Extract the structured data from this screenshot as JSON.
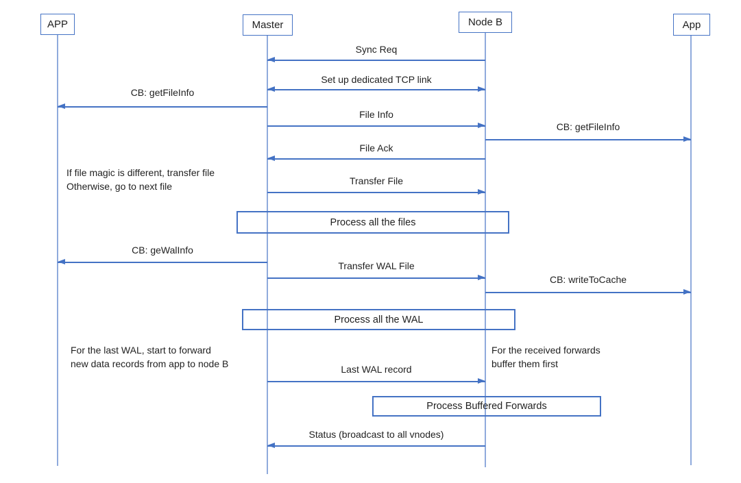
{
  "colors": {
    "accent": "#4472C4",
    "lifeline": "#8FAADC",
    "text": "#1F1F1F"
  },
  "actors": [
    {
      "label": "APP"
    },
    {
      "label": "Master"
    },
    {
      "label": "Node B"
    },
    {
      "label": "App"
    }
  ],
  "messages": [
    {
      "label": "Sync Req",
      "from": "Node B",
      "to": "Master",
      "direction": "left"
    },
    {
      "label": "Set up dedicated TCP link",
      "from": "Master",
      "to": "Node B",
      "direction": "both"
    },
    {
      "label": "CB: getFileInfo",
      "from": "Master",
      "to": "APP",
      "direction": "left"
    },
    {
      "label": "File Info",
      "from": "Master",
      "to": "Node B",
      "direction": "right"
    },
    {
      "label": "CB: getFileInfo",
      "from": "Node B",
      "to": "App",
      "direction": "right"
    },
    {
      "label": "File Ack",
      "from": "Node B",
      "to": "Master",
      "direction": "left"
    },
    {
      "label": "Transfer File",
      "from": "Master",
      "to": "Node B",
      "direction": "right"
    },
    {
      "label": "CB: geWalInfo",
      "from": "Master",
      "to": "APP",
      "direction": "left"
    },
    {
      "label": "Transfer WAL File",
      "from": "Master",
      "to": "Node B",
      "direction": "right"
    },
    {
      "label": "CB: writeToCache",
      "from": "Node B",
      "to": "App",
      "direction": "right"
    },
    {
      "label": "Last WAL record",
      "from": "Master",
      "to": "Node B",
      "direction": "right"
    },
    {
      "label": "Status (broadcast to all vnodes)",
      "from": "Node B",
      "to": "Master",
      "direction": "left"
    }
  ],
  "process_boxes": [
    {
      "label": "Process all the files"
    },
    {
      "label": "Process all the WAL"
    },
    {
      "label": "Process Buffered Forwards"
    }
  ],
  "notes": [
    {
      "line1": "If file magic is different, transfer file",
      "line2": "Otherwise, go to next file"
    },
    {
      "line1": "For the last WAL, start to forward",
      "line2": "new data records from app to node B"
    },
    {
      "line1": "For the received forwards",
      "line2": "buffer them first"
    }
  ]
}
